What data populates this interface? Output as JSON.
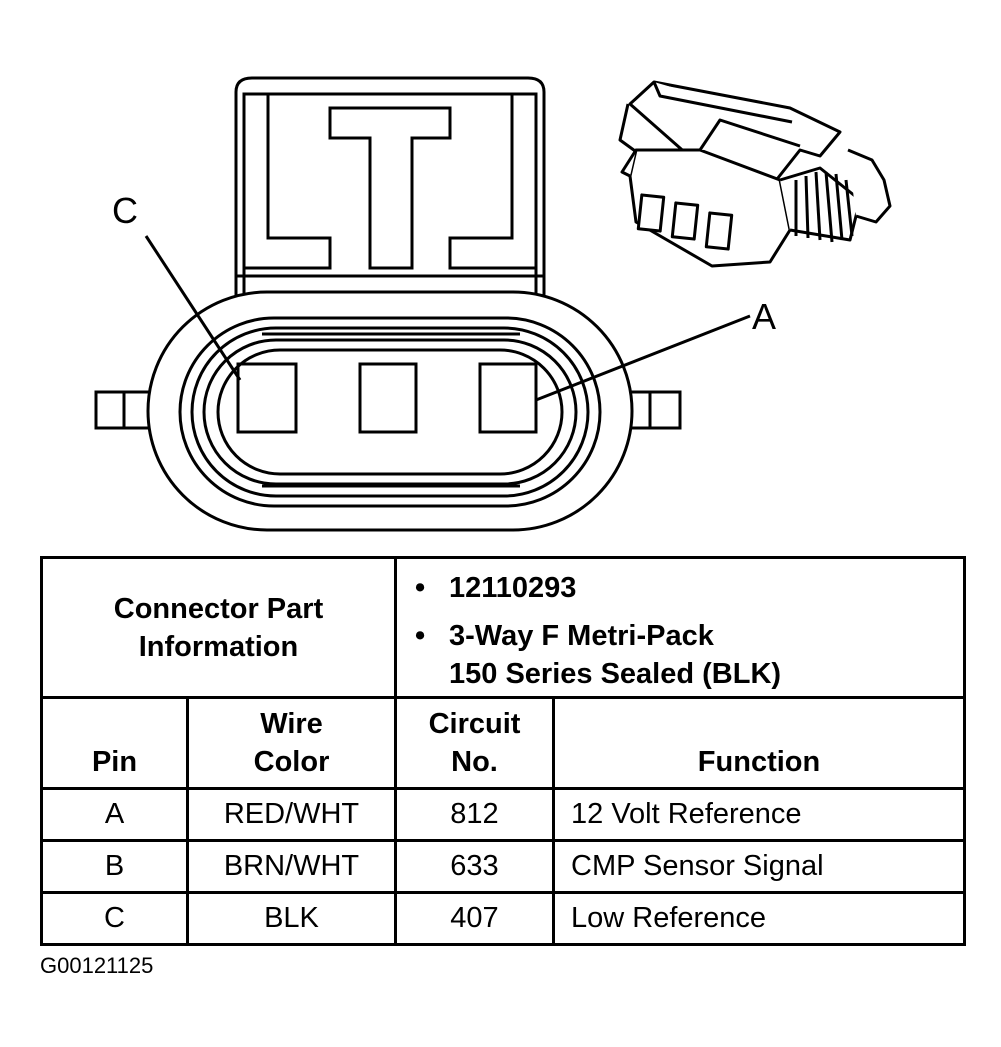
{
  "diagram": {
    "pin_label_c": "C",
    "pin_label_a": "A"
  },
  "table": {
    "part_info_label": "Connector Part Information",
    "part_number": "12110293",
    "part_description_line1": "3-Way F Metri-Pack",
    "part_description_line2": "150 Series Sealed (BLK)",
    "headers": {
      "pin": "Pin",
      "wire_color_line1": "Wire",
      "wire_color_line2": "Color",
      "circuit_line1": "Circuit",
      "circuit_line2": "No.",
      "function": "Function"
    },
    "rows": [
      {
        "pin": "A",
        "wire_color": "RED/WHT",
        "circuit": "812",
        "function": "12 Volt Reference"
      },
      {
        "pin": "B",
        "wire_color": "BRN/WHT",
        "circuit": "633",
        "function": "CMP Sensor Signal"
      },
      {
        "pin": "C",
        "wire_color": "BLK",
        "circuit": "407",
        "function": "Low Reference"
      }
    ]
  },
  "figure_id": "G00121125"
}
